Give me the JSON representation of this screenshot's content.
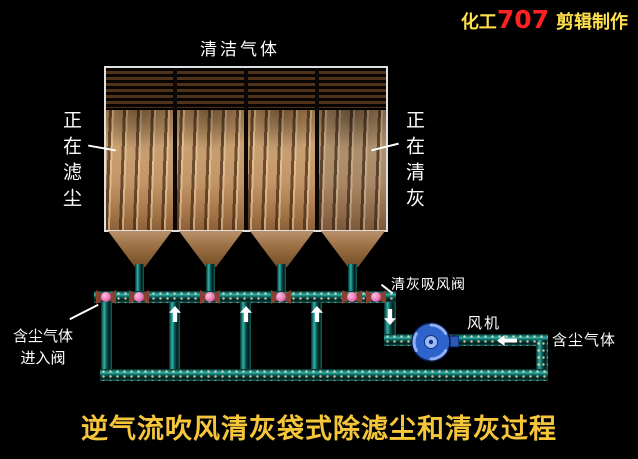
{
  "watermark": {
    "prefix": "化工",
    "number": "707",
    "suffix": "剪辑制作"
  },
  "labels": {
    "clean_gas": "清洁气体",
    "filtering_side": "正在滤尘",
    "cleaning_side": "正在清灰",
    "suction_valve": "清灰吸风阀",
    "fan": "风机",
    "dusty_gas_right": "含尘气体",
    "inlet_valve_line1": "含尘气体",
    "inlet_valve_line2": "进入阀",
    "title": "逆气流吹风清灰袋式除滤尘和清灰过程"
  },
  "colors": {
    "background": "#000000",
    "pipe_teal": "#2fb3aa",
    "chamber_tan": "#c9a172",
    "valve_pink": "#e878b8",
    "fan_blue": "#2f63cc",
    "title_yellow": "#f6c63a",
    "watermark_yellow": "#ffe04a",
    "watermark_red": "#ff2222",
    "label_white": "#ffffff"
  },
  "chambers": [
    {
      "state": "filtering"
    },
    {
      "state": "filtering"
    },
    {
      "state": "filtering"
    },
    {
      "state": "cleaning"
    }
  ]
}
